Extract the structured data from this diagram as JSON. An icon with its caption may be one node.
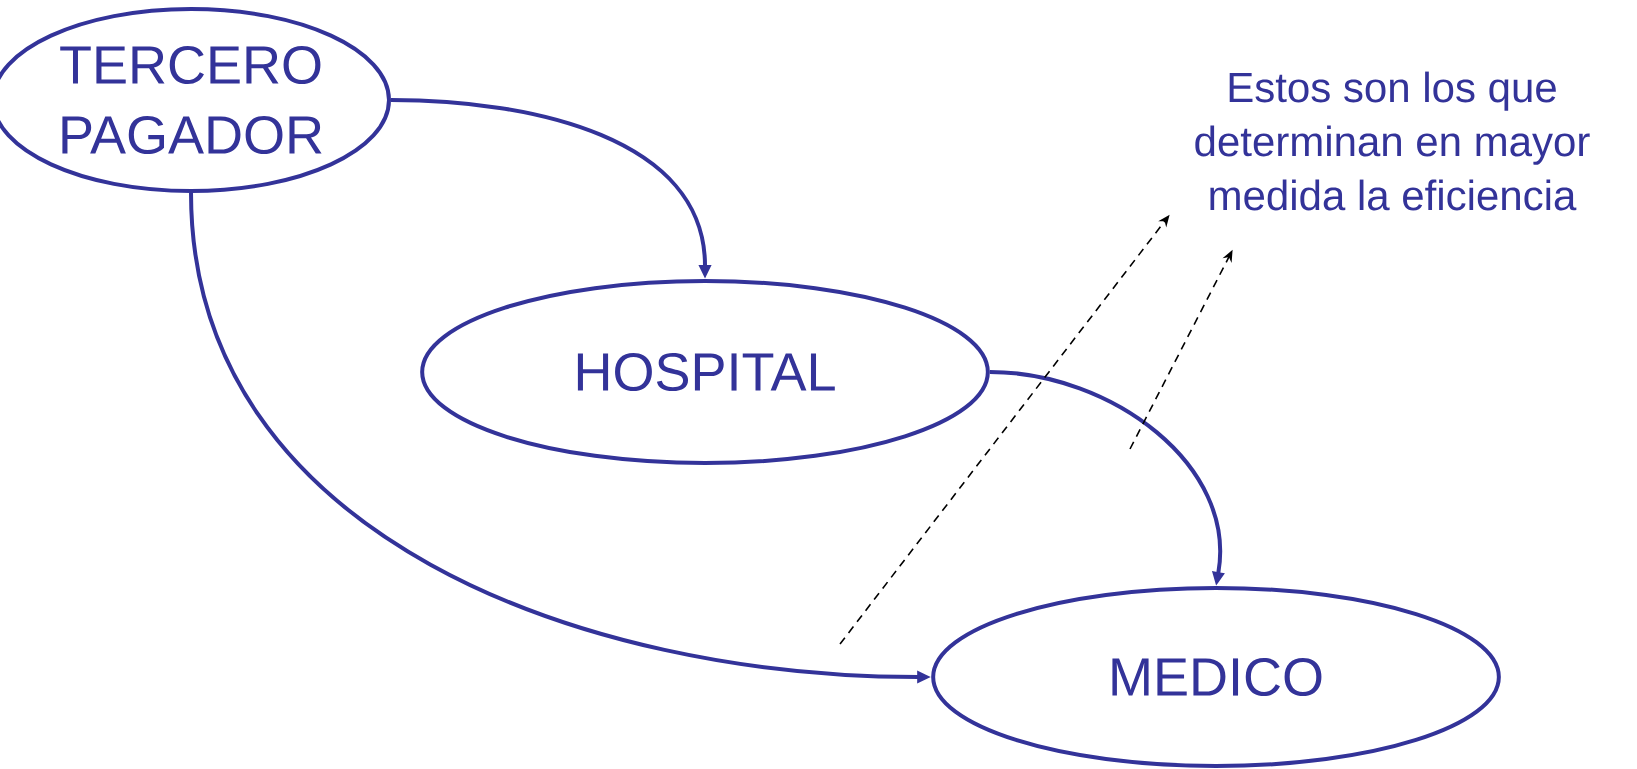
{
  "diagram": {
    "nodes": [
      {
        "text": [
          "TERCERO PAGADOR"
        ]
      },
      {
        "text": [
          "HOSPITAL"
        ]
      },
      {
        "text": [
          "MEDICO"
        ]
      },
      {
        "text": [
          "Estos son los que determinan en mayor medida la eficiencia"
        ]
      }
    ],
    "edges": [
      {
        "from": 0,
        "to": 1,
        "arrow": "to"
      },
      {
        "from": 1,
        "to": 2,
        "arrow": "to"
      },
      {
        "from": 0,
        "to": 2,
        "arrow": "to"
      },
      {
        "from": null,
        "to": 3,
        "arrow": "to",
        "style": "dashed",
        "color": "#000000"
      },
      {
        "from": null,
        "to": 3,
        "arrow": "to",
        "style": "dashed",
        "color": "#000000"
      }
    ]
  }
}
